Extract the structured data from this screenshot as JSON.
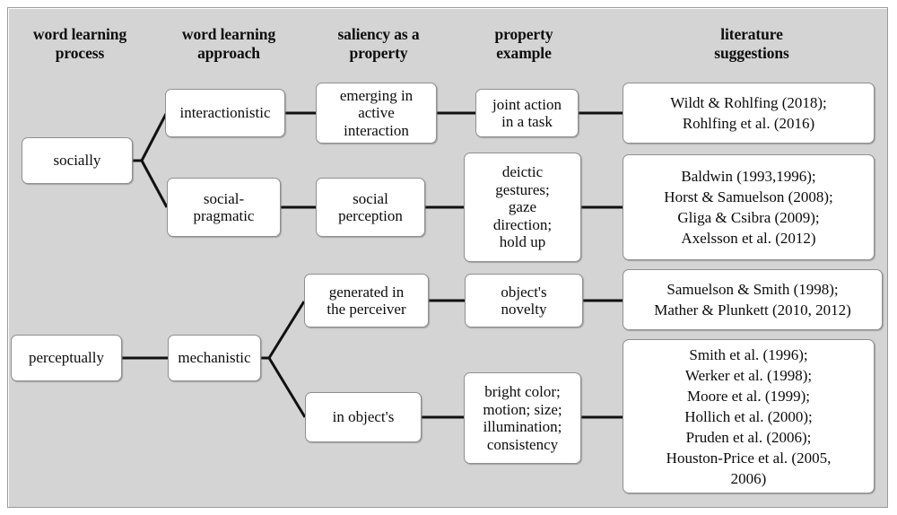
{
  "figure": {
    "type": "tree-diagram",
    "background_color": "#d4d4d4",
    "node_fill": "#ffffff",
    "node_border": "#8f8f8f",
    "connector_color": "#111111"
  },
  "columns": [
    {
      "id": "process",
      "label": "word learning\nprocess"
    },
    {
      "id": "approach",
      "label": "word learning\napproach"
    },
    {
      "id": "saliency",
      "label": "saliency as a\nproperty"
    },
    {
      "id": "example",
      "label": "property\nexample"
    },
    {
      "id": "literature",
      "label": "literature\nsuggestions"
    }
  ],
  "nodes": {
    "socially": "socially",
    "perceptually": "perceptually",
    "interactionistic": "interactionistic",
    "social_pragmatic": "social-\npragmatic",
    "mechanistic": "mechanistic",
    "emerging_active": "emerging in\nactive\ninteraction",
    "social_perception": "social\nperception",
    "generated_perceiver": "generated in\nthe perceiver",
    "in_objects": "in object's",
    "joint_action": "joint action\nin a task",
    "deictic": "deictic\ngestures;\ngaze\ndirection;\nhold up",
    "object_novelty": "object's\nnovelty",
    "bright_color": "bright color;\nmotion; size;\nillumination;\nconsistency",
    "lit_interactionistic": "Wildt & Rohlfing (2018);\nRohlfing et al. (2016)",
    "lit_social_pragmatic": "Baldwin (1993,1996);\nHorst & Samuelson (2008);\nGliga & Csibra (2009);\nAxelsson et al. (2012)",
    "lit_generated": "Samuelson & Smith (1998);\nMather & Plunkett (2010, 2012)",
    "lit_in_objects": "Smith et al. (1996);\nWerker et al. (1998);\nMoore et al. (1999);\nHollich et al. (2000);\nPruden et al. (2006);\nHouston-Price et al. (2005,\n2006)"
  },
  "edges": [
    {
      "from": "socially",
      "to": "interactionistic",
      "style": "branch"
    },
    {
      "from": "socially",
      "to": "social_pragmatic",
      "style": "branch"
    },
    {
      "from": "interactionistic",
      "to": "emerging_active",
      "style": "straight"
    },
    {
      "from": "social_pragmatic",
      "to": "social_perception",
      "style": "straight"
    },
    {
      "from": "emerging_active",
      "to": "joint_action",
      "style": "straight"
    },
    {
      "from": "social_perception",
      "to": "deictic",
      "style": "straight"
    },
    {
      "from": "joint_action",
      "to": "lit_interactionistic",
      "style": "straight"
    },
    {
      "from": "deictic",
      "to": "lit_social_pragmatic",
      "style": "straight"
    },
    {
      "from": "perceptually",
      "to": "mechanistic",
      "style": "straight"
    },
    {
      "from": "mechanistic",
      "to": "generated_perceiver",
      "style": "branch"
    },
    {
      "from": "mechanistic",
      "to": "in_objects",
      "style": "branch"
    },
    {
      "from": "generated_perceiver",
      "to": "object_novelty",
      "style": "straight"
    },
    {
      "from": "object_novelty",
      "to": "lit_generated",
      "style": "straight"
    },
    {
      "from": "in_objects",
      "to": "bright_color",
      "style": "straight"
    },
    {
      "from": "bright_color",
      "to": "lit_in_objects",
      "style": "straight"
    }
  ]
}
